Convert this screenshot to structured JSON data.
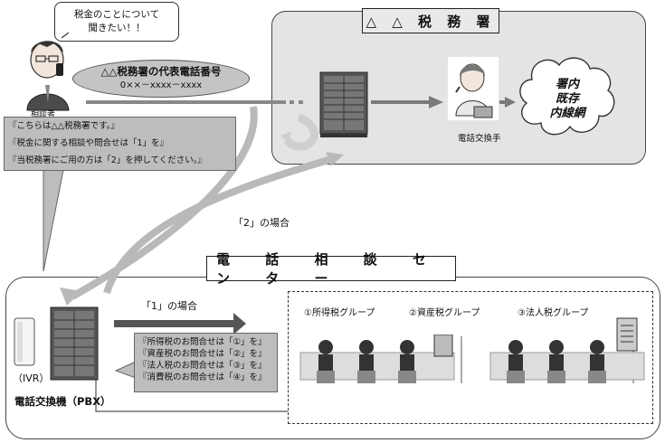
{
  "speech_bubble": {
    "line1": "税金のことについて",
    "line2": "聞きたい！！"
  },
  "caller_label": "相談者",
  "phone_number": {
    "title": "△△税務署の代表電話番号",
    "number": "0××－xxxx－xxxx"
  },
  "ivr_messages": [
    "『こちらは△△税務署です。』",
    "『税金に関する相談や問合せは「1」を』",
    "『当税務署にご用の方は「2」を押してください。』"
  ],
  "tax_office": {
    "title": "△ △ 税 務 署",
    "operator_label": "電話交換手",
    "network": [
      "署内",
      "既存",
      "内線網"
    ]
  },
  "case_2_label": "「2」の場合",
  "center": {
    "title": "電 話 相 談 セ ン タ ー",
    "ivr_label": "（IVR）",
    "pbx_label": "電話交換機（PBX）",
    "case_1_label": "「1」の場合"
  },
  "guide_messages": [
    "『所得税のお問合せは「①」を』",
    "『資産税のお問合せは「②」を』",
    "『法人税のお問合せは「③」を』",
    "『消費税のお問合せは「④」を』"
  ],
  "groups": [
    "①所得税グループ",
    "②資産税グループ",
    "③法人税グループ"
  ],
  "colors": {
    "panel": "#e4e4e4",
    "callout": "#bdbdbd",
    "arrow": "#7a7a7a",
    "arrow_light": "#b5b5b5"
  }
}
